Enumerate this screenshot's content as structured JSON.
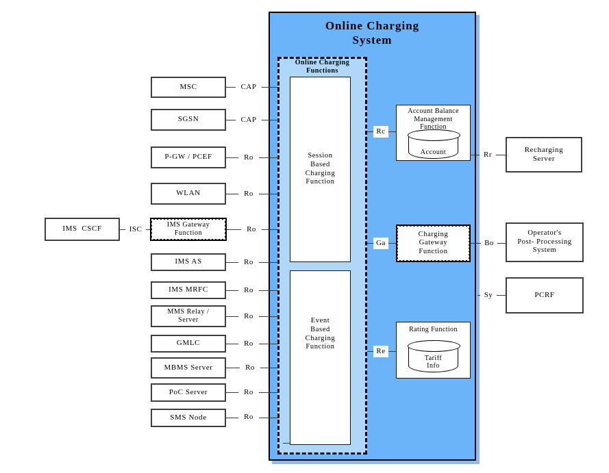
{
  "diagram_title": "Online Charging\nSystem",
  "ocf": {
    "title": "Online Charging\nFunctions",
    "session": "Session\nBased\nCharging\nFunction",
    "event": "Event\nBased\nCharging\nFunction"
  },
  "left_nodes": [
    {
      "label": "MSC",
      "interface": "CAP"
    },
    {
      "label": "SGSN",
      "interface": "CAP"
    },
    {
      "label": "P-GW / PCEF",
      "interface": "Ro"
    },
    {
      "label": "WLAN",
      "interface": "Ro"
    },
    {
      "label": "IMS Gateway\nFunction",
      "interface": "Ro"
    },
    {
      "label": "IMS AS",
      "interface": "Ro"
    },
    {
      "label": "IMS MRFC",
      "interface": "Ro"
    },
    {
      "label": "MMS Relay /\nServer",
      "interface": "Ro"
    },
    {
      "label": "GMLC",
      "interface": "Ro"
    },
    {
      "label": "MBMS Server",
      "interface": "Ro"
    },
    {
      "label": "PoC Server",
      "interface": "Ro"
    },
    {
      "label": "SMS Node",
      "interface": "Ro"
    }
  ],
  "ims_cscf": {
    "label": "IMS  CSCF",
    "interface": "ISC"
  },
  "ocs_nodes": {
    "abmf": {
      "title": "Account Balance\nManagement\nFunction",
      "database": "Account",
      "interface": "Rc"
    },
    "cgf": {
      "title": "Charging\nGateway\nFunction",
      "interface_in": "Ga",
      "interface_out": "Bo"
    },
    "rating": {
      "title": "Rating Function",
      "database": "Tariff\nInfo",
      "interface": "Re"
    }
  },
  "external_nodes": {
    "recharging": {
      "label": "Recharging\nServer",
      "interface": "Rr"
    },
    "post_processing": {
      "label": "Operator's\nPost- Processing\nSystem"
    },
    "pcrf": {
      "label": "PCRF",
      "interface": "Sy"
    }
  },
  "colors": {
    "ocs_fill": "#6cb4f9",
    "ocf_fill": "#aed7f8",
    "box_fill": "#ffffff",
    "line": "#3a3a3a",
    "shadow": "#8abdf2"
  }
}
